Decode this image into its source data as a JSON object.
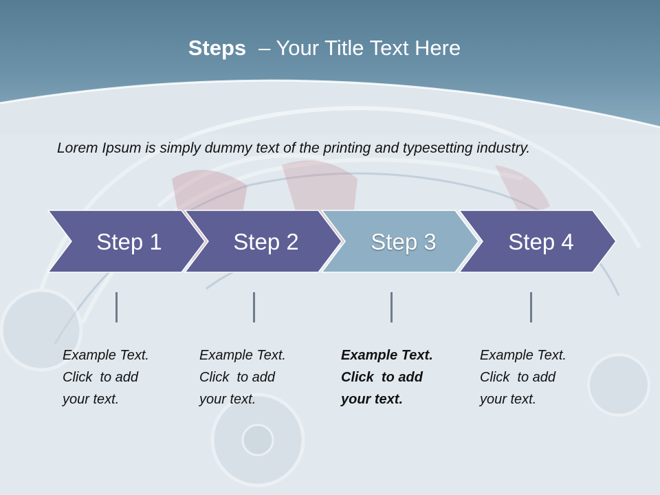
{
  "title": {
    "bold": "Steps",
    "dash": "–",
    "rest": "Your Title Text Here"
  },
  "intro": "Lorem Ipsum is simply dummy text of the printing and typesetting industry.",
  "steps": [
    {
      "label": "Step 1",
      "lines": [
        "Example Text.",
        "Click  to add",
        "your text."
      ],
      "highlighted": false
    },
    {
      "label": "Step 2",
      "lines": [
        "Example Text.",
        "Click  to add",
        "your text."
      ],
      "highlighted": false
    },
    {
      "label": "Step 3",
      "lines": [
        "Example Text.",
        "Click  to add",
        "your text."
      ],
      "highlighted": true
    },
    {
      "label": "Step 4",
      "lines": [
        "Example Text.",
        "Click  to add",
        "your text."
      ],
      "highlighted": false
    }
  ],
  "colors": {
    "header": "#5f8499",
    "chevron": "#5d5f95",
    "chevron_highlight": "#8fb0c4",
    "chevron_border": "#ffffff",
    "connector": "#6f7c88",
    "text": "#111111"
  },
  "background_image": "transparent-car-cutaway"
}
